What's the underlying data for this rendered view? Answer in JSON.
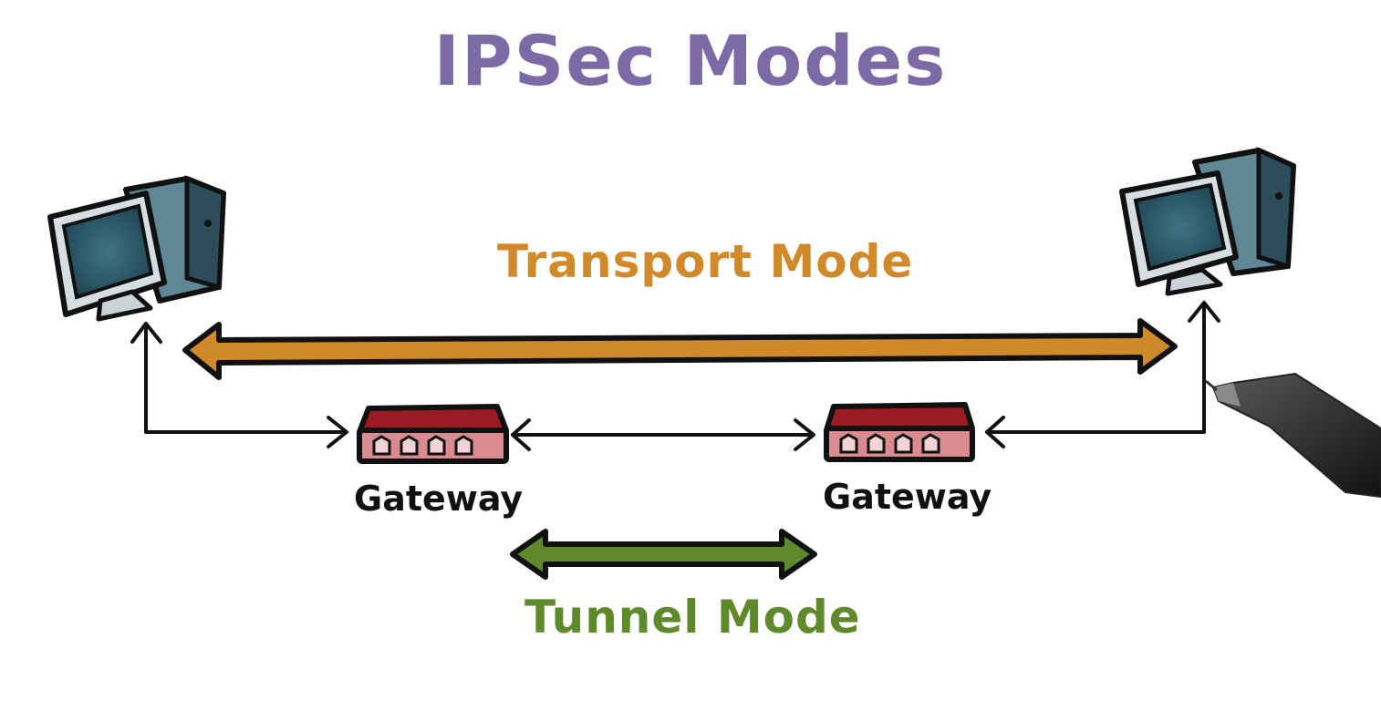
{
  "title": "IPSec Modes",
  "transport_label": "Transport Mode",
  "tunnel_label": "Tunnel Mode",
  "gateways": [
    {
      "label": "Gateway"
    },
    {
      "label": "Gateway"
    }
  ],
  "colors": {
    "title": "#7b6aa6",
    "transport": "#d18a2a",
    "tunnel": "#5e8a2c",
    "gateway_top": "#9b1b24",
    "gateway_body": "#d98b8f",
    "monitor_screen": "#2f5d6e"
  },
  "icons": [
    "computer-icon",
    "gateway-icon",
    "pen-icon"
  ]
}
